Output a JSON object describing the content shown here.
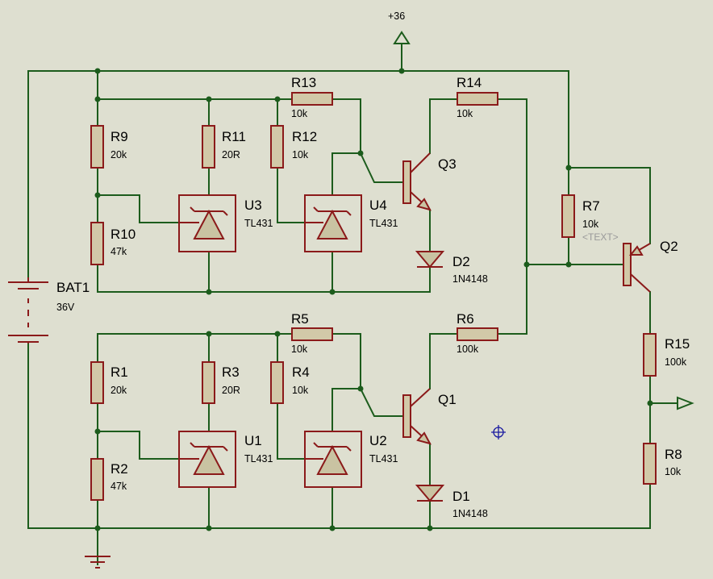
{
  "power": {
    "label": "+36"
  },
  "battery": {
    "ref": "BAT1",
    "value": "36V"
  },
  "resistors": [
    {
      "ref": "R9",
      "value": "20k"
    },
    {
      "ref": "R10",
      "value": "47k"
    },
    {
      "ref": "R11",
      "value": "20R"
    },
    {
      "ref": "R12",
      "value": "10k"
    },
    {
      "ref": "R13",
      "value": "10k"
    },
    {
      "ref": "R14",
      "value": "10k"
    },
    {
      "ref": "R7",
      "value": "10k",
      "extra": "<TEXT>"
    },
    {
      "ref": "R1",
      "value": "20k"
    },
    {
      "ref": "R2",
      "value": "47k"
    },
    {
      "ref": "R3",
      "value": "20R"
    },
    {
      "ref": "R4",
      "value": "10k"
    },
    {
      "ref": "R5",
      "value": "10k"
    },
    {
      "ref": "R6",
      "value": "100k"
    },
    {
      "ref": "R15",
      "value": "100k"
    },
    {
      "ref": "R8",
      "value": "10k"
    }
  ],
  "regulators": [
    {
      "ref": "U3",
      "value": "TL431"
    },
    {
      "ref": "U4",
      "value": "TL431"
    },
    {
      "ref": "U1",
      "value": "TL431"
    },
    {
      "ref": "U2",
      "value": "TL431"
    }
  ],
  "transistors": [
    {
      "ref": "Q3"
    },
    {
      "ref": "Q1"
    },
    {
      "ref": "Q2"
    }
  ],
  "diodes": [
    {
      "ref": "D2",
      "value": "1N4148"
    },
    {
      "ref": "D1",
      "value": "1N4148"
    }
  ],
  "colors": {
    "wire": "#1c5c1c",
    "component": "#8b1a1a",
    "body": "#d2c9a8",
    "background": "#dedfd0",
    "cursor": "#1a1aa0"
  }
}
